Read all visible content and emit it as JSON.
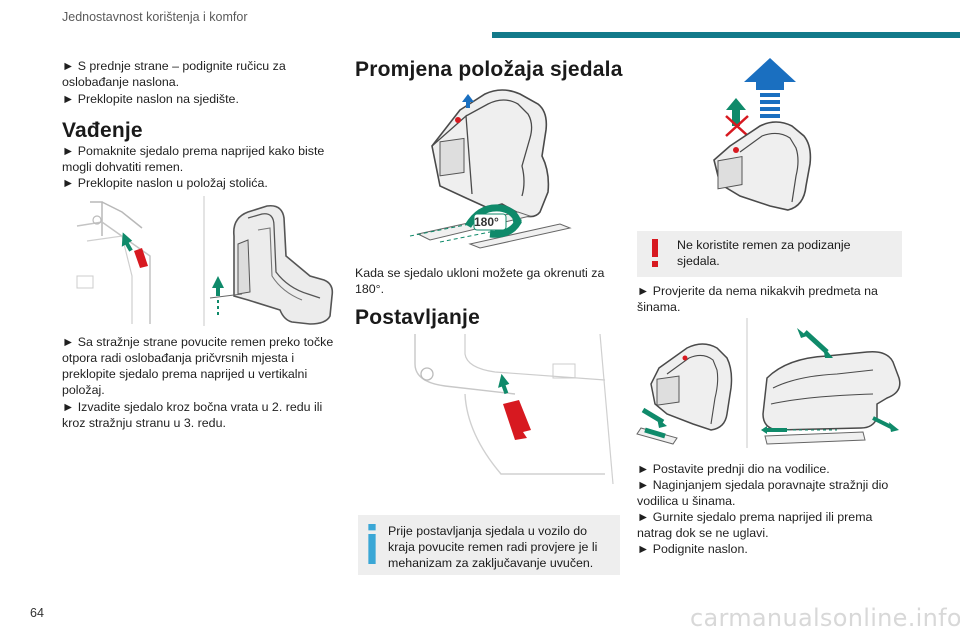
{
  "header": {
    "title": "Jednostavnost korištenja i komfor"
  },
  "col1": {
    "intro_1": "► S prednje strane – podignite ručicu za oslobađanje naslona.",
    "intro_2": "► Preklopite naslon na sjedište.",
    "heading": "Vađenje",
    "step_1": "► Pomaknite sjedalo prema naprijed kako biste mogli dohvatiti remen.",
    "step_2": "► Preklopite naslon u položaj stolića.",
    "step_3": "► Sa stražnje strane povucite remen preko točke otpora radi oslobađanja pričvrsnih mjesta i preklopite sjedalo prema naprijed u vertikalni položaj.",
    "step_4": "► Izvadite sjedalo kroz bočna vrata u 2. redu ili kroz stražnju stranu u 3. redu."
  },
  "col2": {
    "heading_1": "Promjena položaja sjedala",
    "angle_label": "180°",
    "text_1": "Kada se sjedalo ukloni možete ga okrenuti za 180°.",
    "heading_2": "Postavljanje",
    "info_note": "Prije postavljanja sjedala u vozilo do kraja povucite remen radi provjere je li mehanizam za zaključavanje uvučen."
  },
  "col3": {
    "warning_note": "Ne koristite remen za podizanje sjedala.",
    "text_1": "► Provjerite da nema nikakvih predmeta na šinama.",
    "step_1": "► Postavite prednji dio na vodilice.",
    "step_2": "► Naginjanjem sjedala poravnajte stražnji dio vodilica u šinama.",
    "step_3": "► Gurnite sjedalo prema naprijed ili prema natrag dok se ne uglavi.",
    "step_4": "► Podignite naslon."
  },
  "footer": {
    "page_number": "64",
    "watermark": "carmanualsonline.info"
  },
  "colors": {
    "accent": "#127a8a",
    "warning": "#d71920",
    "info": "#3aa7d6",
    "arrow_green": "#0f8a6a",
    "arrow_blue": "#1a6fc0",
    "highlight_red": "#d71920",
    "note_bg": "#eeeeee"
  },
  "icons": [
    "warning-icon",
    "info-icon",
    "arrow-up-icon",
    "cross-icon",
    "rotate-icon"
  ]
}
